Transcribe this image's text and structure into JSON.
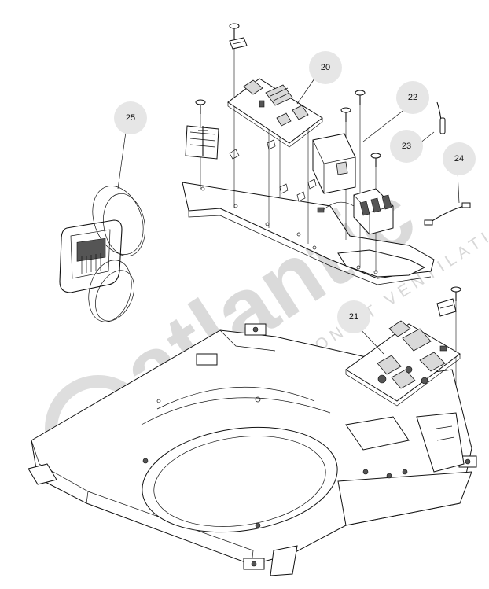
{
  "callouts": [
    {
      "id": "c20",
      "label": "20"
    },
    {
      "id": "c21",
      "label": "21"
    },
    {
      "id": "c22",
      "label": "22"
    },
    {
      "id": "c23",
      "label": "23"
    },
    {
      "id": "c24",
      "label": "24"
    },
    {
      "id": "c25",
      "label": "25"
    }
  ],
  "watermark": {
    "brand": "atlantic",
    "tagline": "CLIMATISATION ET VENTILATION"
  },
  "colors": {
    "callout_fill": "#e6e6e6",
    "line": "#111111",
    "watermark": "#bdbdbd"
  }
}
